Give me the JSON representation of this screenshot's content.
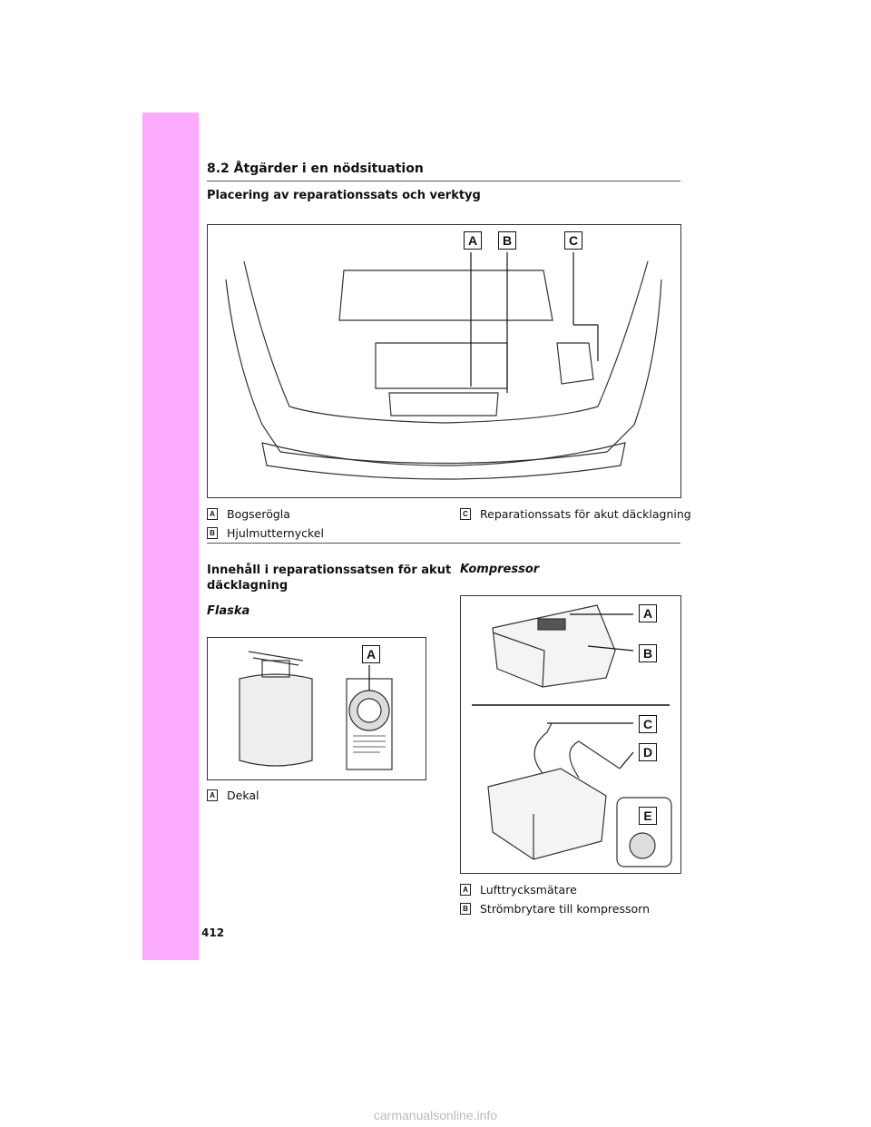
{
  "header": {
    "section": "8.2  Åtgärder i en nödsituation"
  },
  "section1": {
    "title": "Placering av reparationssats och verktyg",
    "figure_callouts": [
      "A",
      "B",
      "C"
    ],
    "legend": [
      {
        "key": "A",
        "label": "Bogserögla"
      },
      {
        "key": "B",
        "label": "Hjulmutternyckel"
      },
      {
        "key": "C",
        "label": "Reparationssats för akut däcklagning"
      }
    ]
  },
  "section2": {
    "title_line1": "Innehåll i reparationssatsen för akut",
    "title_line2": "däcklagning",
    "bottle": {
      "title": "Flaska",
      "figure_callouts": [
        "A"
      ],
      "legend": [
        {
          "key": "A",
          "label": "Dekal"
        }
      ]
    },
    "compressor": {
      "title": "Kompressor",
      "figure_callouts": [
        "A",
        "B",
        "C",
        "D",
        "E"
      ],
      "legend": [
        {
          "key": "A",
          "label": "Lufttrycksmätare"
        },
        {
          "key": "B",
          "label": "Strömbrytare till kompressorn"
        }
      ]
    }
  },
  "page_number": "412",
  "watermark": "carmanualsonline.info"
}
